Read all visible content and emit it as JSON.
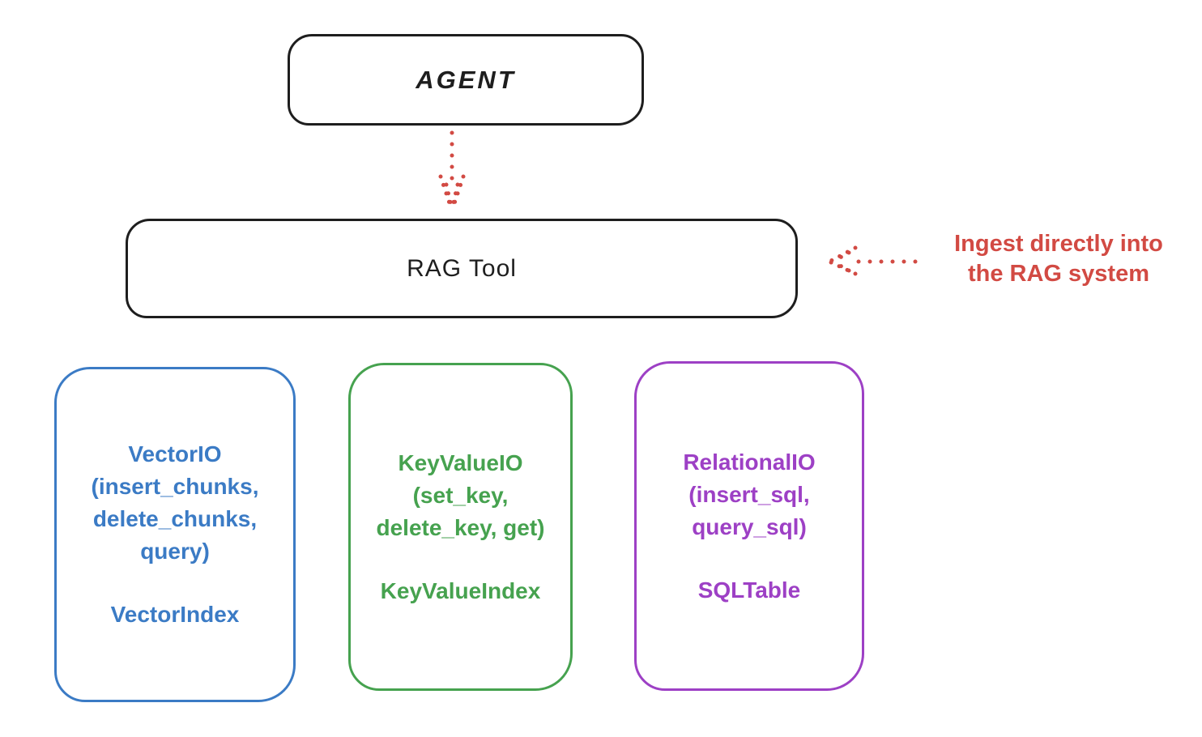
{
  "diagram": {
    "agent_box": {
      "label": "AGENT",
      "stroke_color": "#1e1e1e"
    },
    "rag_tool_box": {
      "label": "RAG Tool",
      "stroke_color": "#1e1e1e"
    },
    "agent_to_rag_arrow": {
      "color": "#d24a43"
    },
    "annotation": {
      "line1": "Ingest directly into",
      "line2": "the RAG system",
      "color": "#d24a43"
    },
    "io_boxes": [
      {
        "title_lines": [
          "VectorIO",
          "(insert_chunks,",
          "delete_chunks,",
          "query)"
        ],
        "index_label": "VectorIndex",
        "color": "#3b7bc5"
      },
      {
        "title_lines": [
          "KeyValueIO",
          "(set_key,",
          "delete_key, get)"
        ],
        "index_label": "KeyValueIndex",
        "color": "#46a24f"
      },
      {
        "title_lines": [
          "RelationalIO",
          "(insert_sql,",
          "query_sql)"
        ],
        "index_label": "SQLTable",
        "color": "#9d40c5"
      }
    ]
  }
}
